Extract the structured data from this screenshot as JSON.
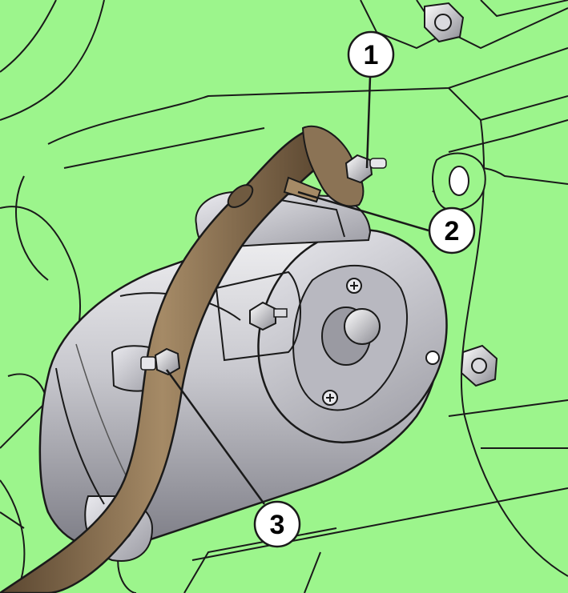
{
  "colors": {
    "background": "#9cf58c",
    "outline": "#1a1a1a",
    "starter_body": "#c9c9cf",
    "starter_shadow": "#8e8e96",
    "cable": "#8b7355",
    "cable_dark": "#4a3a25"
  },
  "callouts": [
    {
      "id": "1",
      "label": "1"
    },
    {
      "id": "2",
      "label": "2"
    },
    {
      "id": "3",
      "label": "3"
    }
  ]
}
